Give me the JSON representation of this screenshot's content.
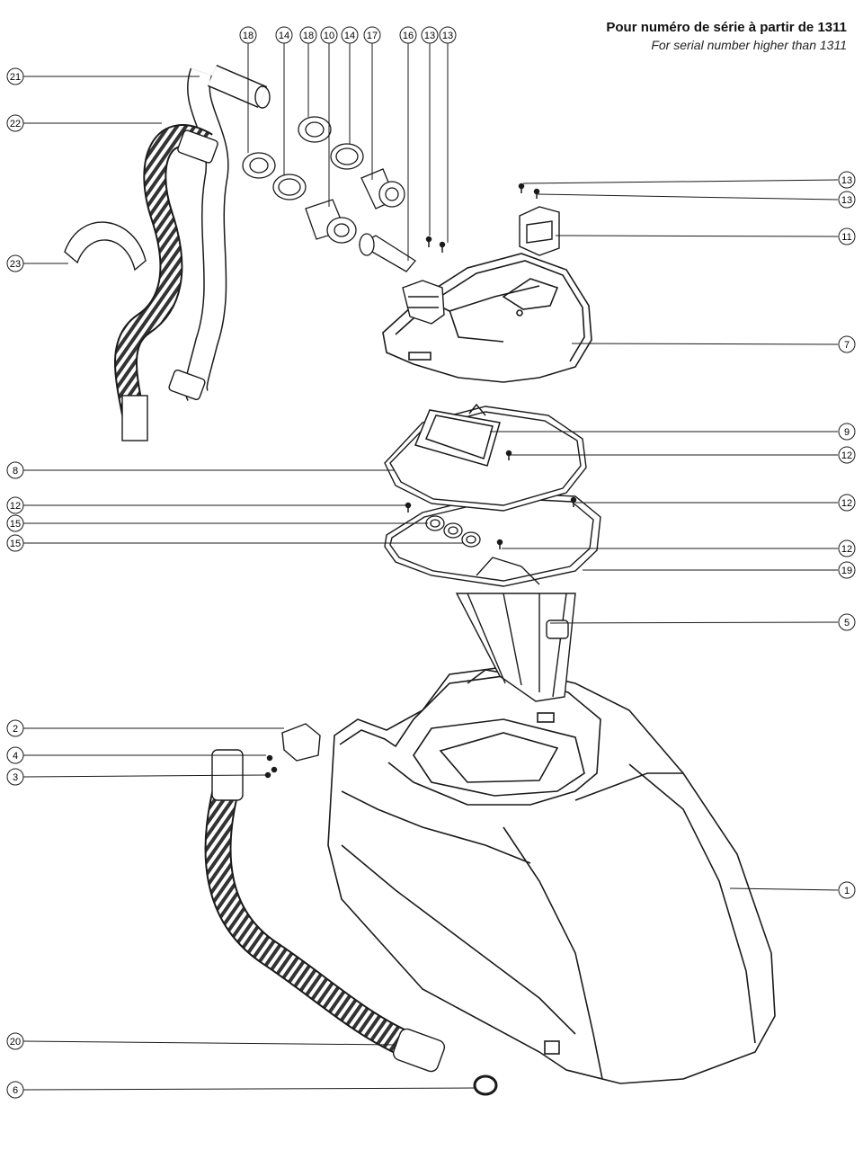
{
  "header": {
    "title_fr": "Pour numéro de série à partir de 1311",
    "title_en": "For serial number higher than 1311"
  },
  "callouts": {
    "top": [
      "18",
      "14",
      "18",
      "10",
      "14",
      "17",
      "16",
      "13",
      "13"
    ],
    "left": [
      "21",
      "22",
      "23",
      "8",
      "12",
      "15",
      "15",
      "2",
      "4",
      "3",
      "20",
      "6"
    ],
    "right": [
      "13",
      "13",
      "11",
      "7",
      "9",
      "12",
      "12",
      "12",
      "19",
      "5",
      "1"
    ]
  },
  "colors": {
    "line": "#1a1a1a",
    "bubble_fill": "#ffffff"
  }
}
